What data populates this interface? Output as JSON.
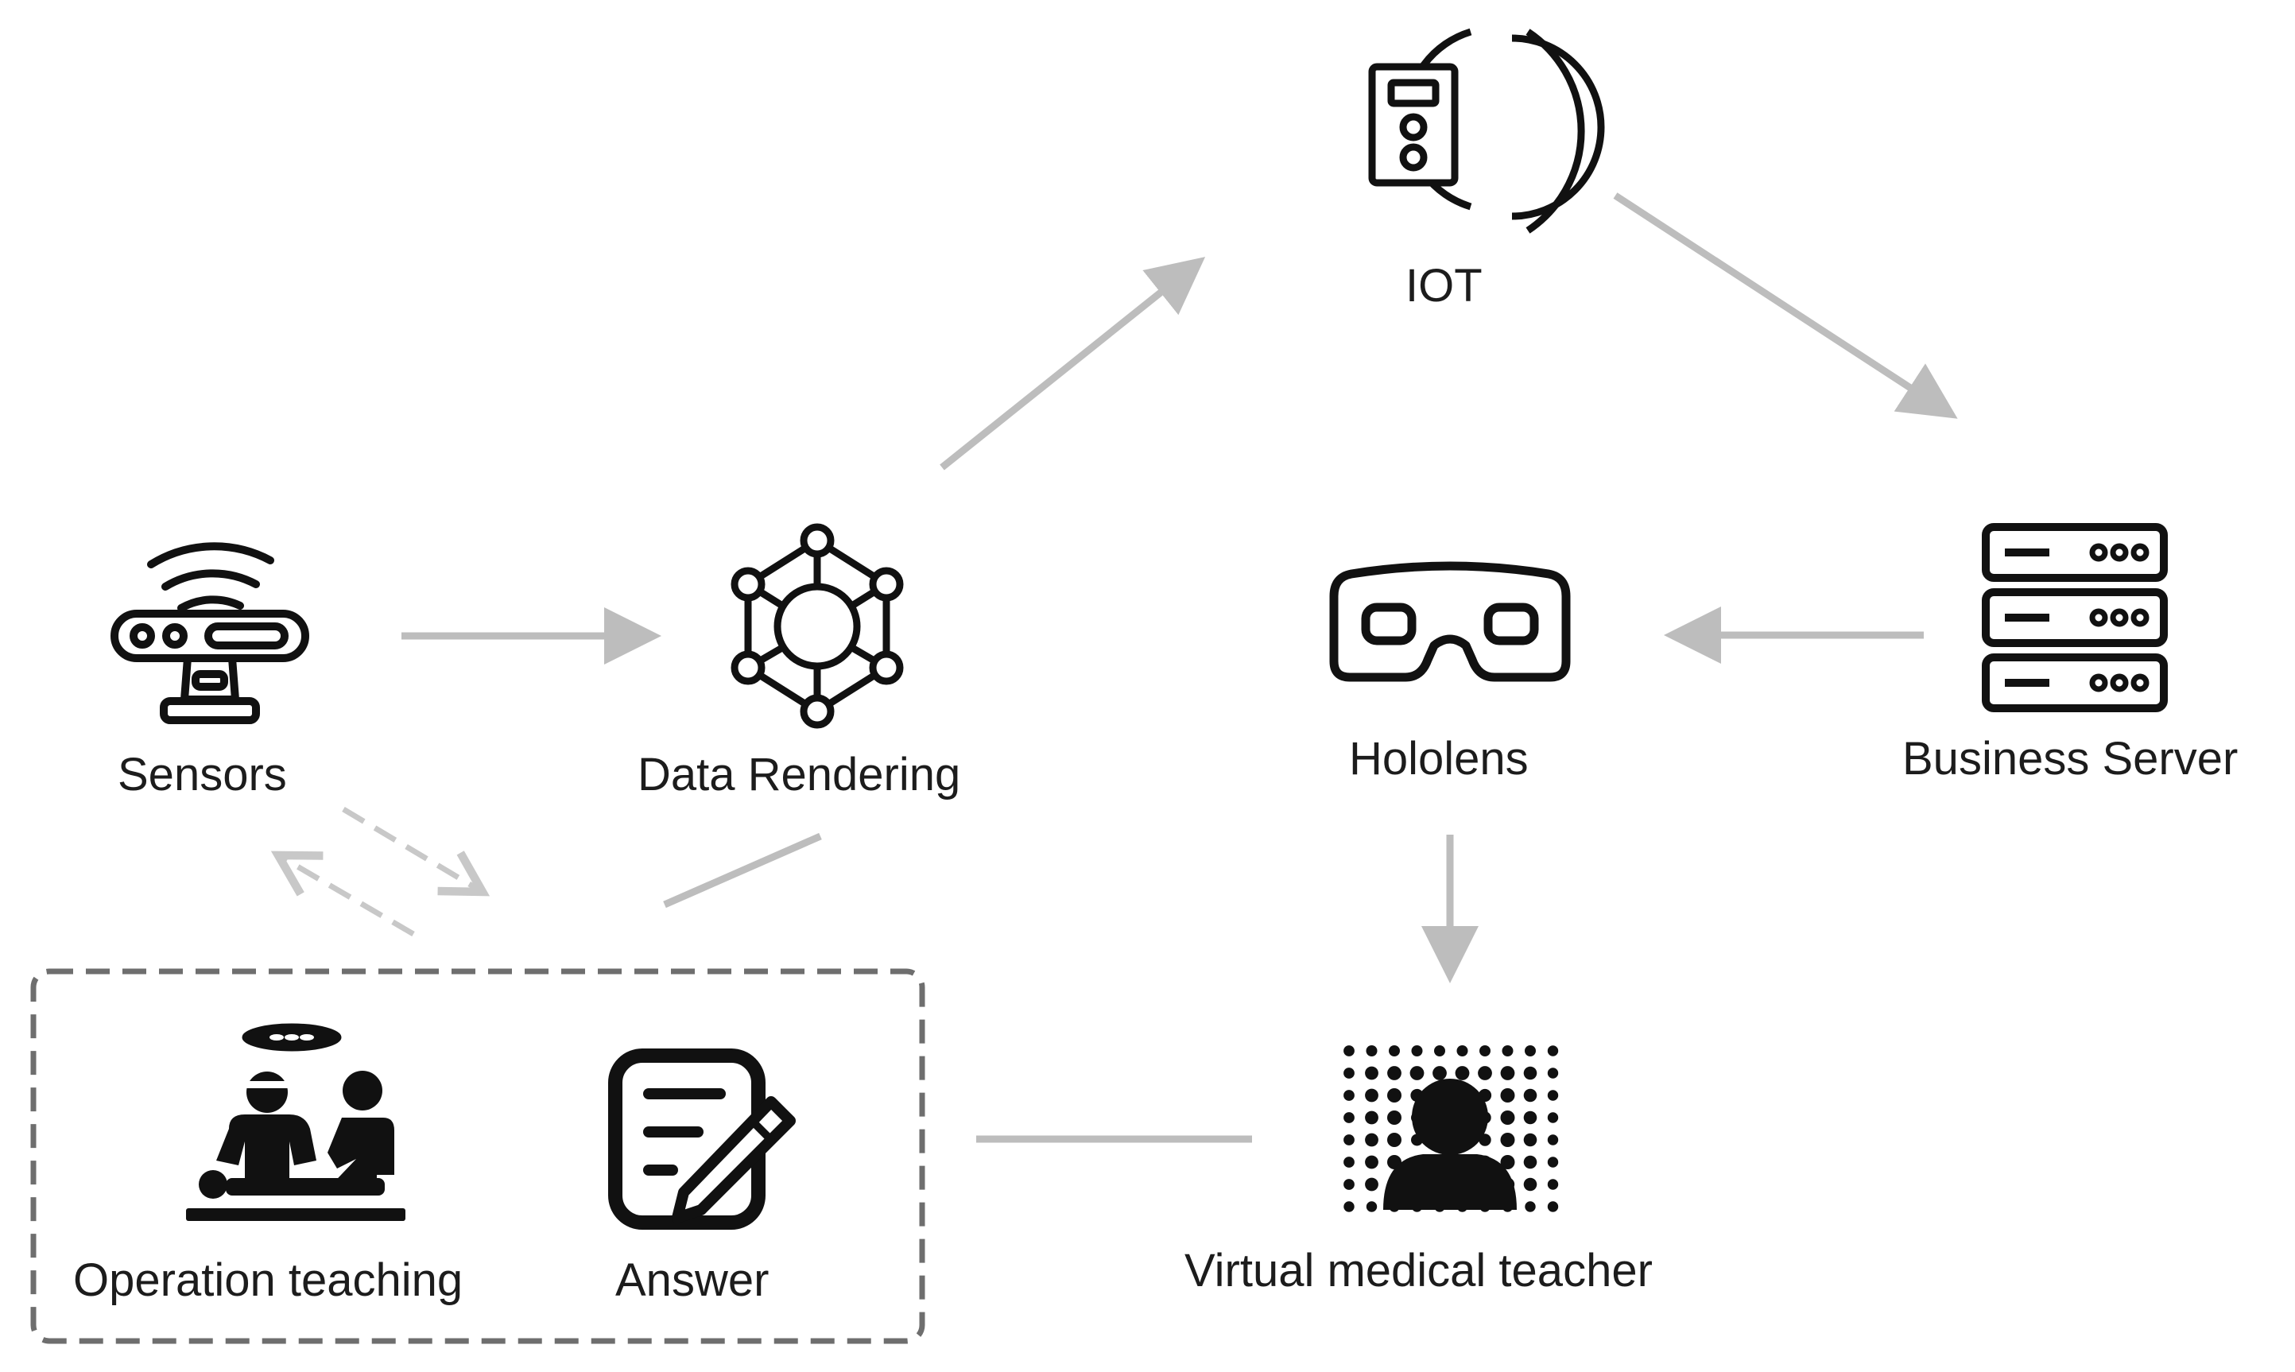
{
  "nodes": {
    "iot": {
      "label": "IOT",
      "icon": "iot-device-icon"
    },
    "sensors": {
      "label": "Sensors",
      "icon": "sensor-device-icon"
    },
    "data_rendering": {
      "label": "Data Rendering",
      "icon": "network-hub-icon"
    },
    "hololens": {
      "label": "Hololens",
      "icon": "vr-headset-icon"
    },
    "business_server": {
      "label": "Business Server",
      "icon": "server-rack-icon"
    },
    "virtual_teacher": {
      "label": "Virtual medical teacher",
      "icon": "virtual-person-icon"
    },
    "operation_teaching": {
      "label": "Operation teaching",
      "icon": "surgery-scene-icon"
    },
    "answer": {
      "label": "Answer",
      "icon": "edit-note-icon"
    }
  },
  "connections": [
    {
      "from": "Sensors",
      "to": "Data Rendering",
      "style": "arrow"
    },
    {
      "from": "Data Rendering",
      "to": "IOT",
      "style": "arrow"
    },
    {
      "from": "IOT",
      "to": "Business Server",
      "style": "arrow"
    },
    {
      "from": "Business Server",
      "to": "Hololens",
      "style": "arrow"
    },
    {
      "from": "Hololens",
      "to": "Virtual medical teacher",
      "style": "arrow"
    },
    {
      "from": "Virtual medical teacher",
      "to": "Operation teaching / Answer group",
      "style": "line"
    },
    {
      "from": "Data Rendering",
      "to": "Operation teaching / Answer group",
      "style": "line"
    },
    {
      "from": "Sensors",
      "to": "Operation teaching / Answer group",
      "style": "dashed double arrow"
    }
  ],
  "colors": {
    "arrow": "#bdbdbd",
    "dashed": "#c8c8c8",
    "group_border": "#6e6e6e",
    "icon": "#111111",
    "text": "#1c1c1c"
  }
}
